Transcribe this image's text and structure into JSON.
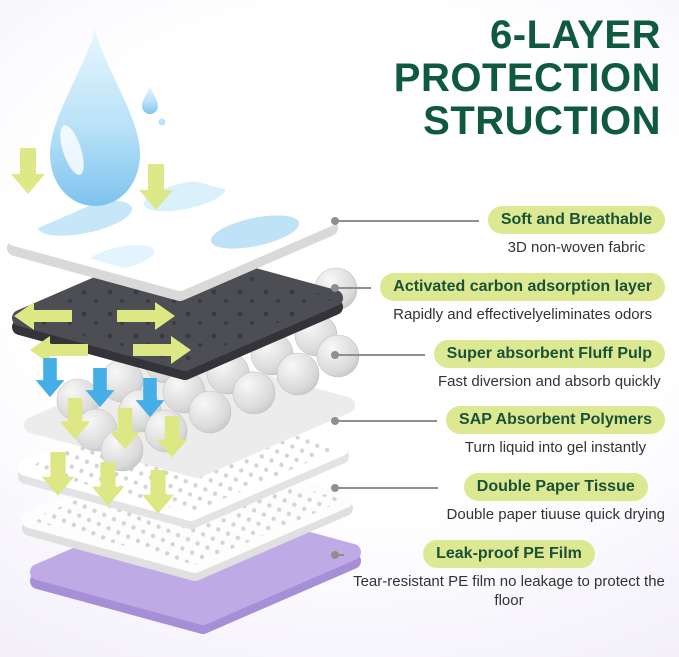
{
  "title": {
    "line1": "6-LAYER",
    "line2": "PROTECTION",
    "line3": "STRUCTION"
  },
  "layers": [
    {
      "label": "Soft and Breathable",
      "description": "3D non-woven fabric"
    },
    {
      "label": "Activated carbon adsorption layer",
      "description": "Rapidly and effectivelyeliminates odors"
    },
    {
      "label": "Super absorbent Fluff Pulp",
      "description": "Fast diversion and absorb quickly"
    },
    {
      "label": "SAP Absorbent Polymers",
      "description": "Turn liquid into gel instantly"
    },
    {
      "label": "Double Paper Tissue",
      "description": "Double paper tiuuse quick drying"
    },
    {
      "label": "Leak-proof PE Film",
      "description": "Tear-resistant PE film no leakage to protect the floor"
    }
  ],
  "colors": {
    "title_green": "#0e593f",
    "pill_bg": "#dde893",
    "pill_text": "#1a5138",
    "description_text": "#333333",
    "connector_gray": "#8f8f8f",
    "arrow_yellow": "#dde783",
    "arrow_blue": "#45aee6",
    "water_blue": "#8ecdf0",
    "carbon_gray": "#4d4d54",
    "pe_film_purple": "#c0aae6",
    "background_lavender": "#e7e1f3"
  },
  "icons": {
    "water_drop": "teardrop shape",
    "down_arrow": "downward block arrow",
    "horizontal_arrow": "sideways block arrow",
    "connector_dot": "small circle line terminator"
  }
}
